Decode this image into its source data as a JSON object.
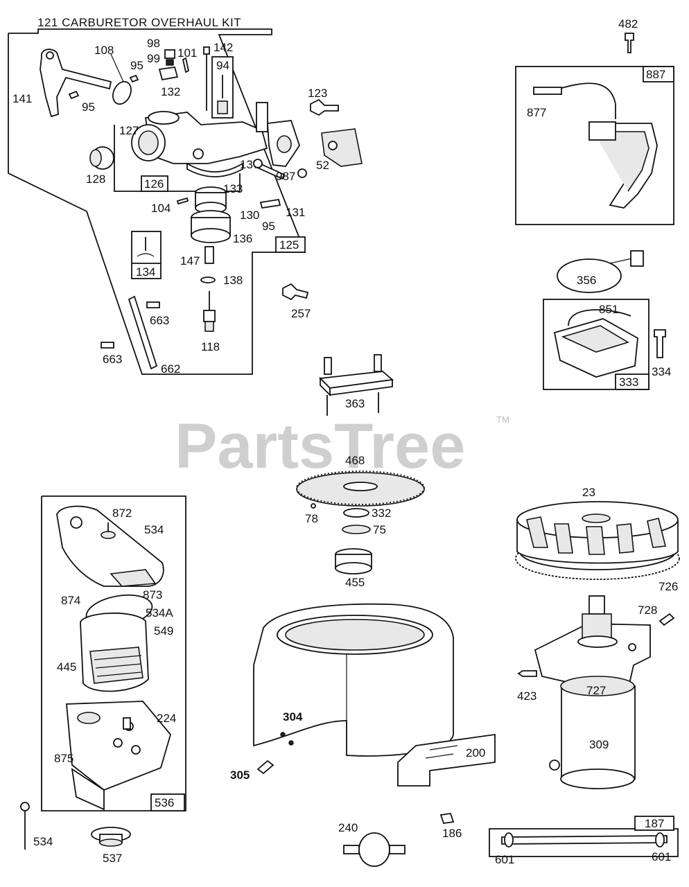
{
  "title": "121 CARBURETOR OVERHAUL KIT",
  "watermark": "PartsTree",
  "trademark": "TM",
  "labels": {
    "p482": "482",
    "p887": "887",
    "p877": "877",
    "p108": "108",
    "p98": "98",
    "p99": "99",
    "p101": "101",
    "p142": "142",
    "p95a": "95",
    "p95b": "95",
    "p95c": "95",
    "p94": "94",
    "p141": "141",
    "p132": "132",
    "p123": "123",
    "p127": "127",
    "p128": "128",
    "p126": "126",
    "p137": "137",
    "p52": "52",
    "p987": "987",
    "p104": "104",
    "p133": "133",
    "p130": "130",
    "p131": "131",
    "p136": "136",
    "p125": "125",
    "p134": "134",
    "p147": "147",
    "p138": "138",
    "p257": "257",
    "p663a": "663",
    "p663b": "663",
    "p118": "118",
    "p662": "662",
    "p356": "356",
    "p851": "851",
    "p334": "334",
    "p333": "333",
    "p363": "363",
    "p468": "468",
    "p78": "78",
    "p332": "332",
    "p75": "75",
    "p455": "455",
    "p872": "872",
    "p534a": "534",
    "p873": "873",
    "p874": "874",
    "p534A": "534A",
    "p549": "549",
    "p445": "445",
    "p224": "224",
    "p875": "875",
    "p536": "536",
    "p23": "23",
    "p726": "726",
    "p728": "728",
    "p423": "423",
    "p727": "727",
    "p309": "309",
    "p304": "304",
    "p305": "305",
    "p200": "200",
    "p534b": "534",
    "p537": "537",
    "p240": "240",
    "p186": "186",
    "p187": "187",
    "p601a": "601",
    "p601b": "601"
  }
}
